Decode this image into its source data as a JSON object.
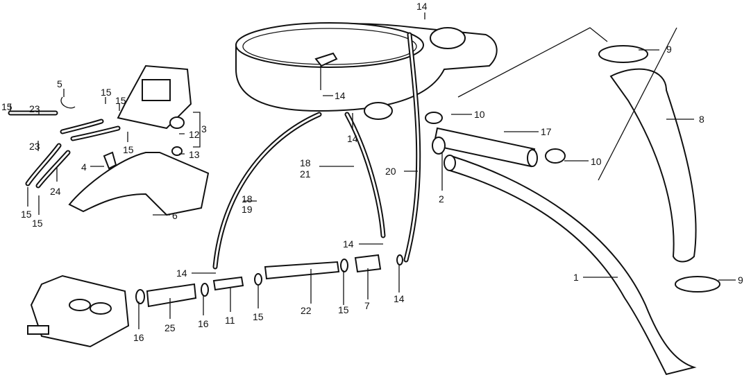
{
  "diagram": {
    "title": "Air cleaner / intake hose parts diagram",
    "labels": [
      "14",
      "9",
      "8",
      "10",
      "17",
      "10",
      "2",
      "20",
      "18",
      "21",
      "14",
      "14",
      "18",
      "19",
      "14",
      "14",
      "22",
      "15",
      "7",
      "14",
      "1",
      "9",
      "5",
      "15",
      "23",
      "15",
      "15",
      "15",
      "3",
      "12",
      "13",
      "23",
      "24",
      "4",
      "15",
      "15",
      "6",
      "16",
      "25",
      "16",
      "11",
      "15"
    ]
  }
}
